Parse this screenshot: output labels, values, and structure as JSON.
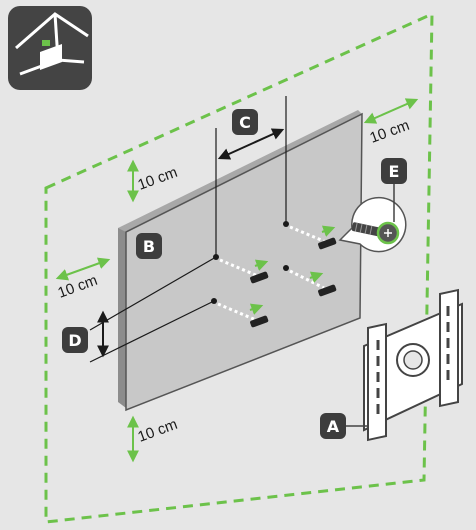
{
  "labels": {
    "a": "A",
    "b": "B",
    "c": "C",
    "d": "D",
    "e": "E"
  },
  "clearances": {
    "top": "10 cm",
    "right": "10 cm",
    "left": "10 cm",
    "bottom": "10 cm"
  },
  "colors": {
    "guide": "#6cc24a",
    "badge": "#3d3d3d",
    "panel": "#c8c8c8",
    "panel_edge": "#8c8c8c",
    "background": "#e6e6e6"
  },
  "icons": {
    "corner_icon": "wall-mount-pictogram"
  }
}
